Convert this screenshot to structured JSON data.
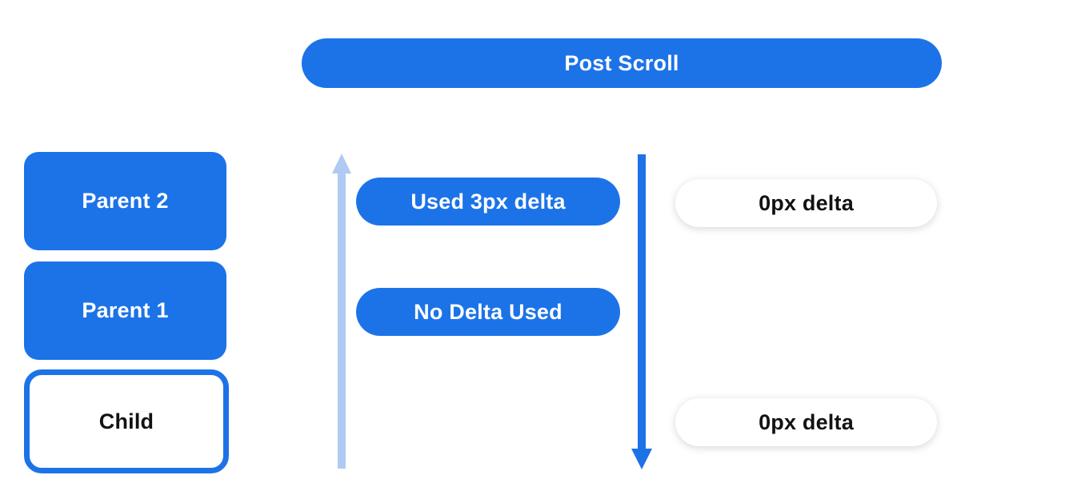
{
  "colors": {
    "primary": "#1c73e8",
    "light_arrow": "#afcaf3",
    "text_dark": "#121212",
    "surface": "#ffffff"
  },
  "header": {
    "title": "Post Scroll"
  },
  "nodes": {
    "parent2": "Parent 2",
    "parent1": "Parent 1",
    "child": "Child"
  },
  "annotations": {
    "used_delta": "Used 3px delta",
    "no_delta": "No Delta Used",
    "zero_delta_top": "0px delta",
    "zero_delta_bottom": "0px delta"
  },
  "icons": {
    "up_arrow": "scroll-up-arrow-icon",
    "down_arrow": "scroll-down-arrow-icon"
  }
}
